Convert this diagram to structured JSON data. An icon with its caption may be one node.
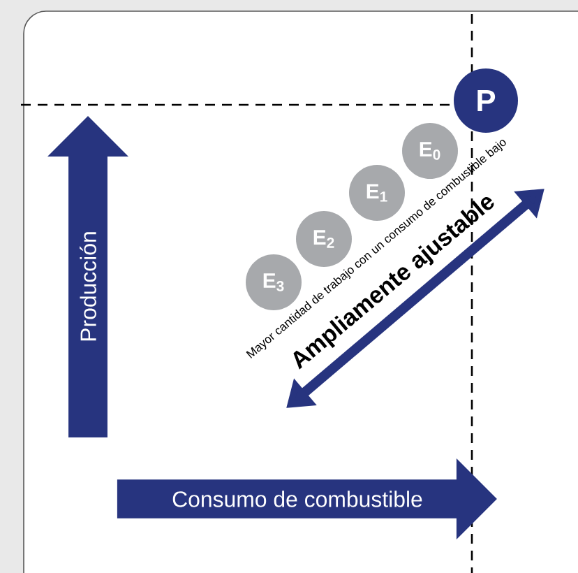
{
  "diagram": {
    "nodes": [
      {
        "text": [
          "P"
        ]
      },
      {
        "text": [
          "E$_{0}$"
        ]
      },
      {
        "text": [
          "E$_{1}$"
        ]
      },
      {
        "text": [
          "E$_{2}$"
        ]
      },
      {
        "text": [
          "E$_{3}$"
        ]
      },
      {
        "text": [
          "Producción"
        ]
      },
      {
        "text": [
          "Consumo de combustible"
        ]
      }
    ],
    "labels": [
      "Mayor cantidad de trabajo con un consumo de combustible bajo",
      "Ampliamente ajustable"
    ]
  }
}
